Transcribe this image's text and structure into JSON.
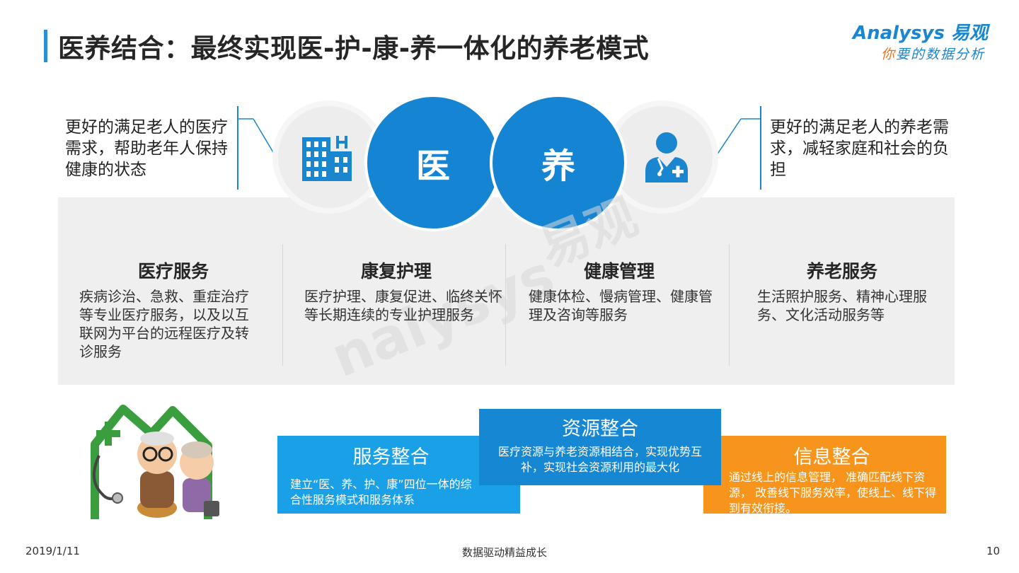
{
  "header": {
    "title": "医养结合：最终实现医-护-康-养一体化的养老模式"
  },
  "logo": {
    "brand": "Analysys 易观",
    "tagline_accent": "你",
    "tagline_rest": "要的数据分析"
  },
  "left_note": "更好的满足老人的医疗需求，帮助老年人保持健康的状态",
  "right_note": "更好的满足老人的养老需求，减轻家庭和社会的负担",
  "circles": {
    "yi": "医",
    "yang": "养"
  },
  "columns": [
    {
      "title": "医疗服务",
      "desc": "疾病诊治、急救、重症治疗等专业医疗服务，以及以互联网为平台的远程医疗及转诊服务"
    },
    {
      "title": "康复护理",
      "desc": "医疗护理、康复促进、临终关怀等长期连续的专业护理服务"
    },
    {
      "title": "健康管理",
      "desc": "健康体检、慢病管理、健康管理及咨询等服务"
    },
    {
      "title": "养老服务",
      "desc": "生活照护服务、精神心理服务、文化活动服务等"
    }
  ],
  "integration": {
    "service": {
      "title": "服务整合",
      "desc": "建立“医、养、护、康”四位一体的综合性服务模式和服务体系"
    },
    "resource": {
      "title": "资源整合",
      "desc": "医疗资源与养老资源相结合，实现优势互补，实现社会资源利用的最大化"
    },
    "info": {
      "title": "信息整合",
      "desc": "通过线上的信息管理， 准确匹配线下资源， 改善线下服务效率，使线上、线下得到有效衔接。"
    }
  },
  "footer": {
    "date": "2019/1/11",
    "slogan": "数据驱动精益成长",
    "page": "10"
  },
  "colors": {
    "primary_blue": "#1584d2",
    "light_blue": "#19a0e6",
    "orange": "#f6941c",
    "grey_band": "#efefef"
  },
  "icons": [
    "hospital-building-icon",
    "doctor-icon",
    "elderly-couple-house-illustration"
  ]
}
